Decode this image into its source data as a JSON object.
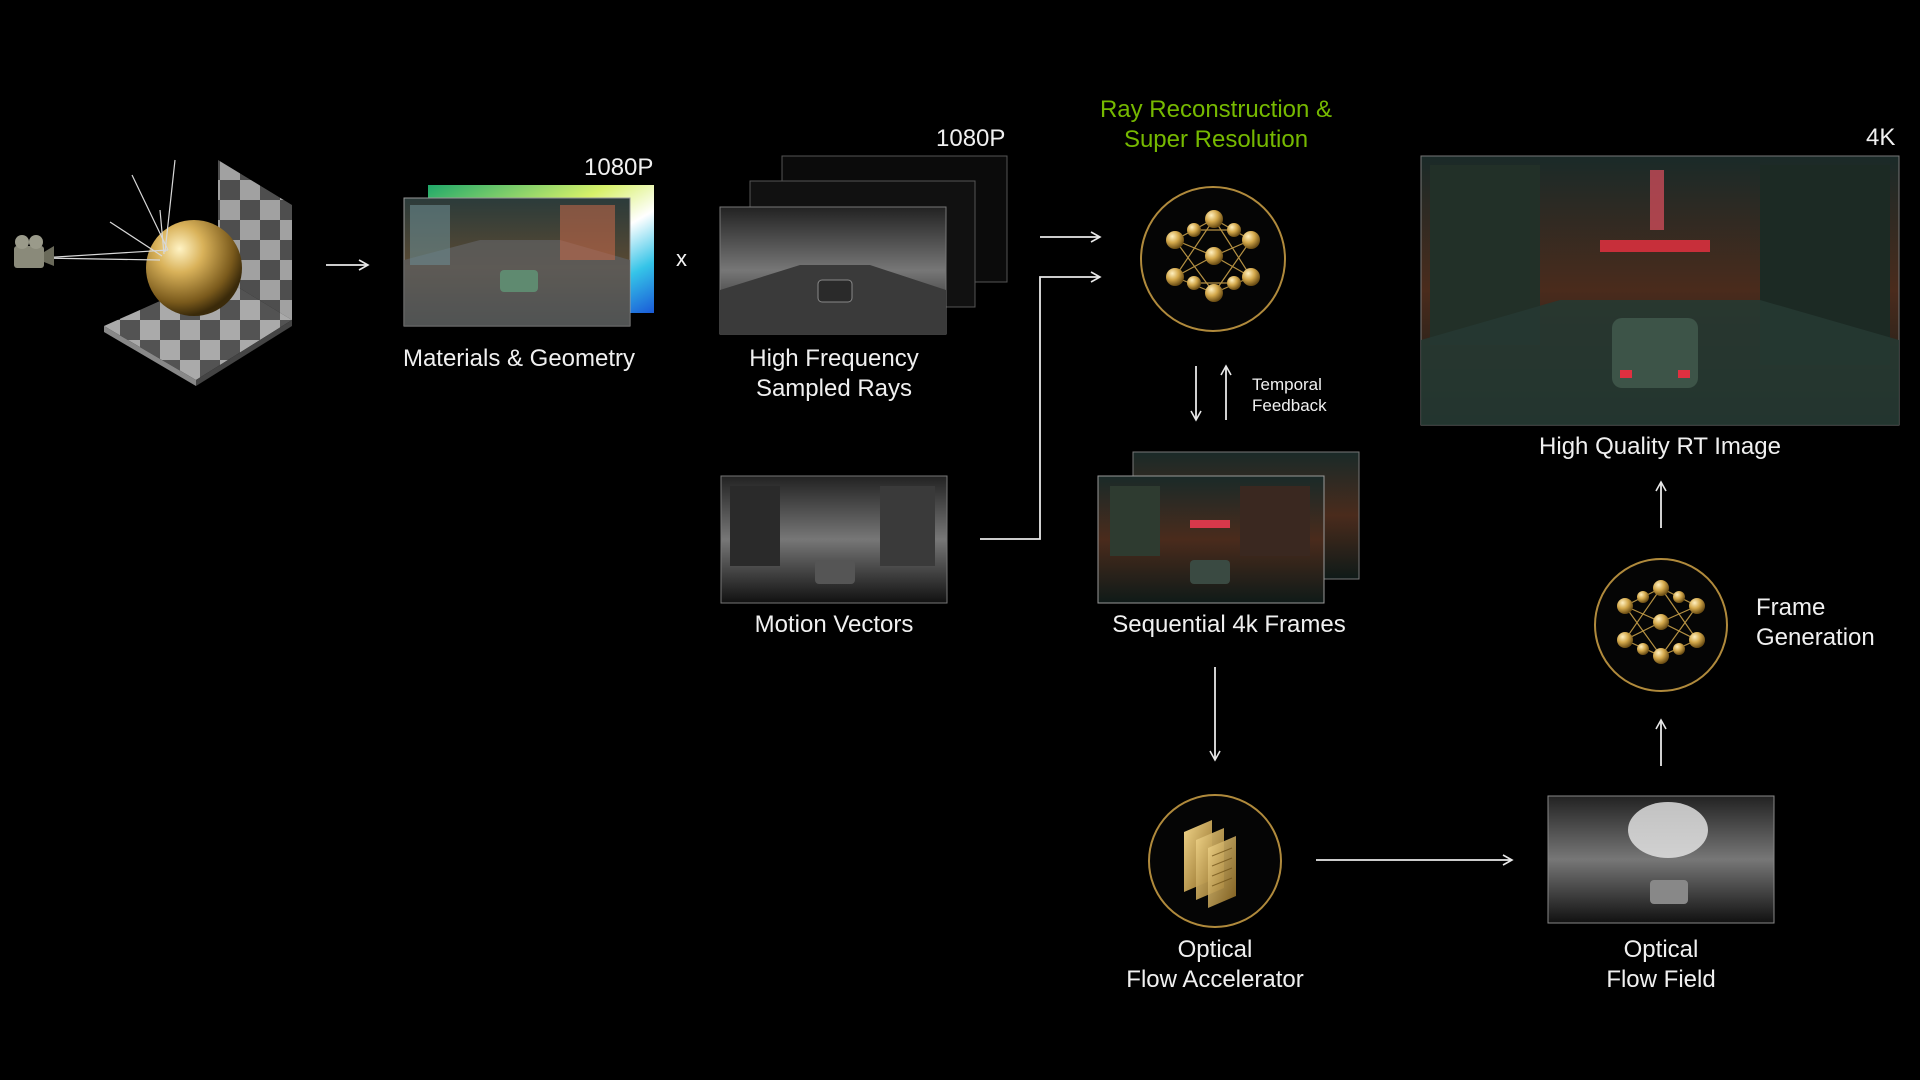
{
  "labels": {
    "materials_geometry": "Materials & Geometry",
    "high_frequency_line1": "High Frequency",
    "high_frequency_line2": "Sampled Rays",
    "motion_vectors": "Motion Vectors",
    "ray_recon_line1": "Ray Reconstruction &",
    "ray_recon_line2": "Super Resolution",
    "temporal_line1": "Temporal",
    "temporal_line2": "Feedback",
    "sequential_frames": "Sequential 4k Frames",
    "optical_flow_acc_line1": "Optical",
    "optical_flow_acc_line2": "Flow Accelerator",
    "optical_flow_field_line1": "Optical",
    "optical_flow_field_line2": "Flow Field",
    "frame_gen_line1": "Frame",
    "frame_gen_line2": "Generation",
    "hq_image": "High Quality RT Image"
  },
  "resolutions": {
    "materials": "1080P",
    "rays": "1080P",
    "output": "4K"
  },
  "operator": "x",
  "colors": {
    "background": "#000000",
    "accent_green": "#76b900",
    "gold": "#c9a14a",
    "arrow": "#e8e8e8"
  },
  "icons": {
    "scene": "camera-sphere-scene-icon",
    "neural_net": "neural-network-icon",
    "accelerator": "chip-stack-icon"
  }
}
